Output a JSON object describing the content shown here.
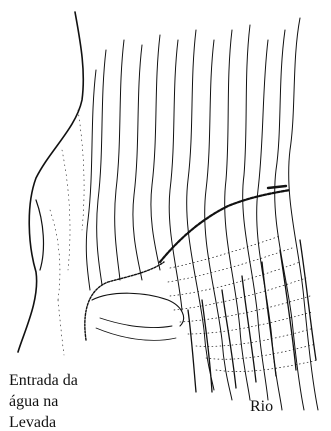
{
  "labels": {
    "entrada_line1": "Entrada da",
    "entrada_line2": "água na",
    "entrada_line3": "Levada",
    "rio": "Rio"
  },
  "colors": {
    "ink": "#111111",
    "paper": "#ffffff"
  }
}
